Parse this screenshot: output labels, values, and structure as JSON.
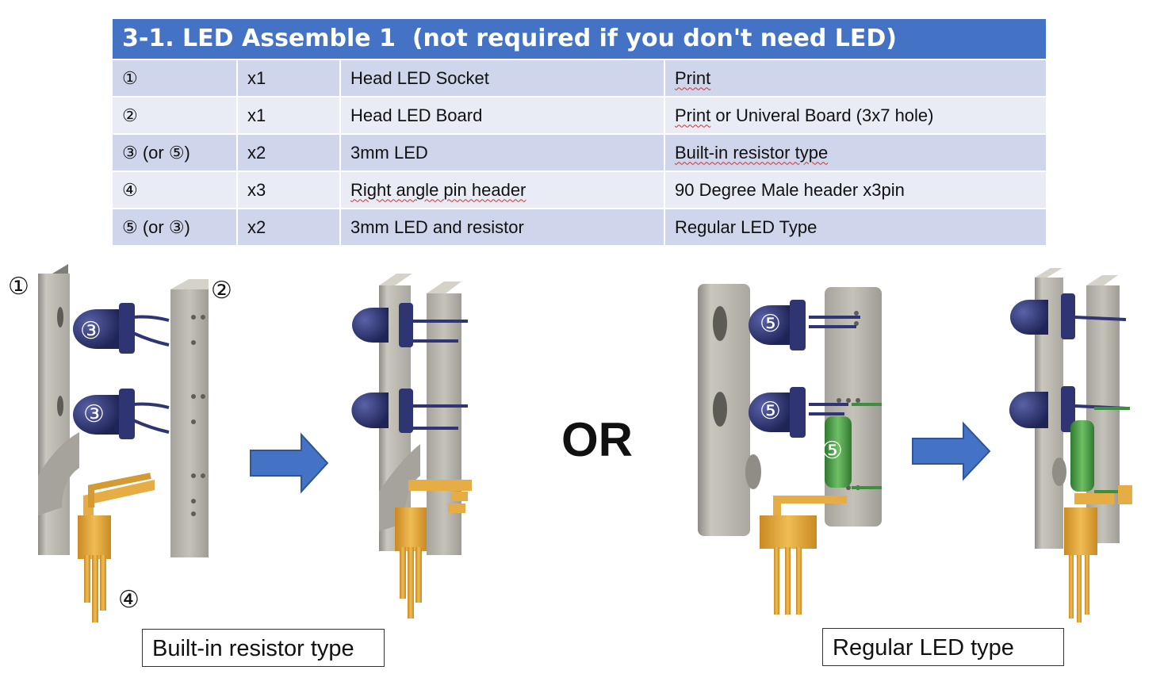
{
  "title": "3-1. LED Assemble 1  (not required if you don't need LED)",
  "table": {
    "rows": [
      {
        "no": "①",
        "qty": "x1",
        "part": "Head LED Socket",
        "note_a": "Print",
        "note_b": ""
      },
      {
        "no": "②",
        "qty": "x1",
        "part": "Head LED Board",
        "note_a": "Print",
        "note_b": " or Univeral Board (3x7 hole)"
      },
      {
        "no": "③ (or ⑤)",
        "qty": "x2",
        "part": "3mm LED",
        "note_a": "Built-in resistor type",
        "note_b": ""
      },
      {
        "no": "④",
        "qty": "x3",
        "part": "Right angle pin header",
        "note_a": "90 Degree Male header x3pin",
        "note_b": ""
      },
      {
        "no": "⑤ (or ③)",
        "qty": "x2",
        "part": "3mm LED and resistor",
        "note_a": "Regular LED Type",
        "note_b": ""
      }
    ]
  },
  "callouts": {
    "c1": "①",
    "c2": "②",
    "c3a": "③",
    "c3b": "③",
    "c4": "④",
    "c5a": "⑤",
    "c5b": "⑤",
    "c5c": "⑤"
  },
  "or_text": "OR",
  "captions": {
    "builtin": "Built-in resistor type",
    "regular": "Regular LED type"
  },
  "colors": {
    "title_bg": "#4472c4",
    "row_dark": "#cfd5ea",
    "row_light": "#e9ebf5",
    "arrow": "#4472c4",
    "led": "#2e3572",
    "plate": "#b9b7ae",
    "header_pins": "#e0a73c",
    "resistor": "#4c9a4c"
  }
}
